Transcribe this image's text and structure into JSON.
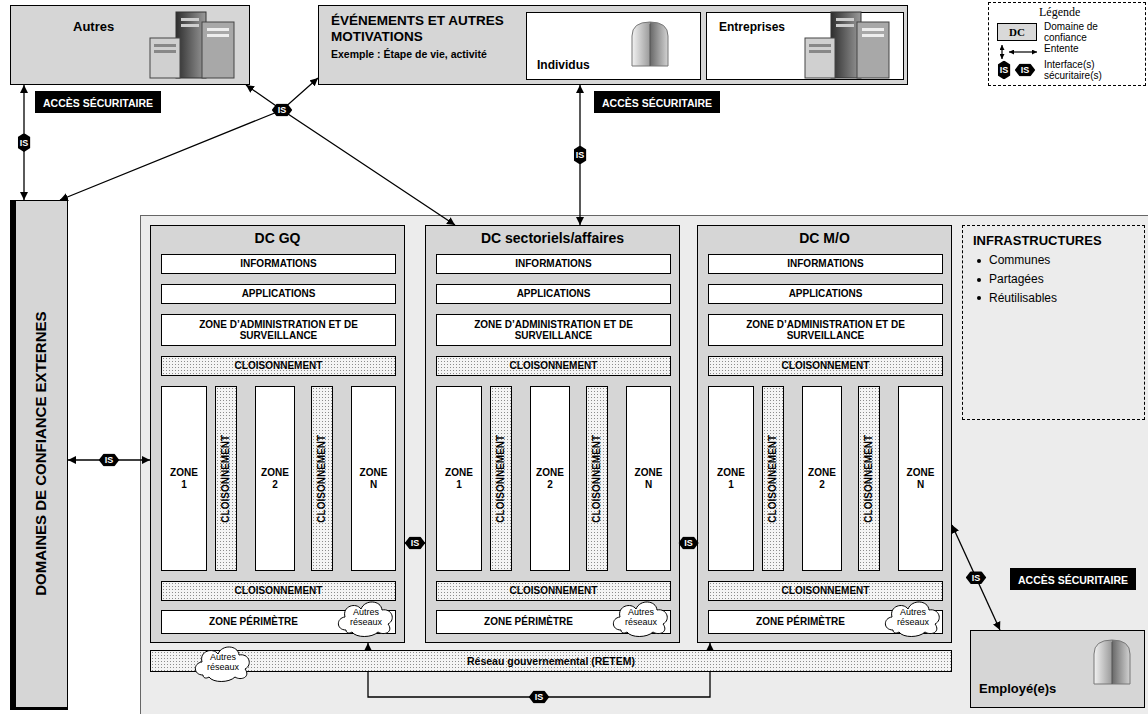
{
  "diagram": {
    "nodes": [
      {
        "text": [
          "Autres"
        ]
      },
      {
        "text": [
          "ÉVÉNEMENTS ET AUTRES MOTIVATIONS",
          "Exemple : Étape de vie, activité"
        ]
      },
      {
        "text": [
          "Individus"
        ],
        "in": 1
      },
      {
        "text": [
          "Entreprises"
        ],
        "in": 1
      },
      {
        "text": [
          "DOMAINES DE CONFIANCE EXTERNES"
        ]
      },
      {
        "text": [
          "DC GQ"
        ]
      },
      {
        "text": [
          "INFORMATIONS"
        ],
        "in": 5
      },
      {
        "text": [
          "APPLICATIONS"
        ],
        "in": 5
      },
      {
        "text": [
          "ZONE D’ADMINISTRATION ET DE SURVEILLANCE"
        ],
        "in": 5
      },
      {
        "text": [
          "CLOISONNEMENT"
        ],
        "in": 5
      },
      {
        "text": [
          "ZONE 1"
        ],
        "in": 5
      },
      {
        "text": [
          "CLOISONNEMENT"
        ],
        "in": 5
      },
      {
        "text": [
          "ZONE 2"
        ],
        "in": 5
      },
      {
        "text": [
          "CLOISONNEMENT"
        ],
        "in": 5
      },
      {
        "text": [
          "ZONE N"
        ],
        "in": 5
      },
      {
        "text": [
          "CLOISONNEMENT"
        ],
        "in": 5
      },
      {
        "text": [
          "ZONE PÉRIMÈTRE"
        ],
        "in": 5
      },
      {
        "text": [
          "Autres réseaux"
        ],
        "in": 5
      },
      {
        "text": [
          "DC sectoriels/affaires"
        ]
      },
      {
        "text": [
          "INFORMATIONS"
        ],
        "in": 18
      },
      {
        "text": [
          "APPLICATIONS"
        ],
        "in": 18
      },
      {
        "text": [
          "ZONE D’ADMINISTRATION ET DE SURVEILLANCE"
        ],
        "in": 18
      },
      {
        "text": [
          "CLOISONNEMENT"
        ],
        "in": 18
      },
      {
        "text": [
          "ZONE 1"
        ],
        "in": 18
      },
      {
        "text": [
          "CLOISONNEMENT"
        ],
        "in": 18
      },
      {
        "text": [
          "ZONE 2"
        ],
        "in": 18
      },
      {
        "text": [
          "CLOISONNEMENT"
        ],
        "in": 18
      },
      {
        "text": [
          "ZONE N"
        ],
        "in": 18
      },
      {
        "text": [
          "CLOISONNEMENT"
        ],
        "in": 18
      },
      {
        "text": [
          "ZONE PÉRIMÈTRE"
        ],
        "in": 18
      },
      {
        "text": [
          "Autres réseaux"
        ],
        "in": 18
      },
      {
        "text": [
          "DC M/O"
        ]
      },
      {
        "text": [
          "INFORMATIONS"
        ],
        "in": 31
      },
      {
        "text": [
          "APPLICATIONS"
        ],
        "in": 31
      },
      {
        "text": [
          "ZONE D’ADMINISTRATION ET DE SURVEILLANCE"
        ],
        "in": 31
      },
      {
        "text": [
          "CLOISONNEMENT"
        ],
        "in": 31
      },
      {
        "text": [
          "ZONE 1"
        ],
        "in": 31
      },
      {
        "text": [
          "CLOISONNEMENT"
        ],
        "in": 31
      },
      {
        "text": [
          "ZONE 2"
        ],
        "in": 31
      },
      {
        "text": [
          "CLOISONNEMENT"
        ],
        "in": 31
      },
      {
        "text": [
          "ZONE N"
        ],
        "in": 31
      },
      {
        "text": [
          "CLOISONNEMENT"
        ],
        "in": 31
      },
      {
        "text": [
          "ZONE PÉRIMÈTRE"
        ],
        "in": 31
      },
      {
        "text": [
          "Autres réseaux"
        ],
        "in": 31
      },
      {
        "text": [
          "Réseau gouvernemental (RETEM)"
        ]
      },
      {
        "text": [
          "Autres réseaux"
        ],
        "in": 44
      },
      {
        "text": [
          "INFRASTRUCTURES",
          "Communes",
          "Partagées",
          "Réutilisables"
        ]
      },
      {
        "text": [
          "Employé(e)s"
        ]
      }
    ],
    "edges": [
      {
        "from": 0,
        "to": 4,
        "arrow": "both",
        "label": "IS"
      },
      {
        "from": 0,
        "to": 18,
        "arrow": "both",
        "label": "IS"
      },
      {
        "from": 1,
        "to": 4,
        "arrow": "both"
      },
      {
        "from": 1,
        "to": 18,
        "arrow": "both",
        "label": "IS"
      },
      {
        "from": 4,
        "to": 5,
        "arrow": "both",
        "label": "IS"
      },
      {
        "from": 5,
        "to": 18,
        "arrow": "both",
        "label": "IS"
      },
      {
        "from": 18,
        "to": 31,
        "arrow": "both",
        "label": "IS"
      },
      {
        "from": 47,
        "to": 31,
        "arrow": "both",
        "label": "IS"
      },
      {
        "from": 5,
        "to": 31,
        "arrow": "both",
        "label": "IS"
      }
    ],
    "labels": [
      "ACCÈS SÉCURITAIRE",
      "ACCÈS SÉCURITAIRE",
      "ACCÈS SÉCURITAIRE",
      "Légende",
      "DC",
      "IS",
      "IS"
    ],
    "legend": [
      {
        "text": "Domaine de confiance",
        "color": "#d9d9d9"
      },
      {
        "text": "Entente"
      },
      {
        "text": "Interface(s) sécuritaire(s)"
      }
    ]
  }
}
